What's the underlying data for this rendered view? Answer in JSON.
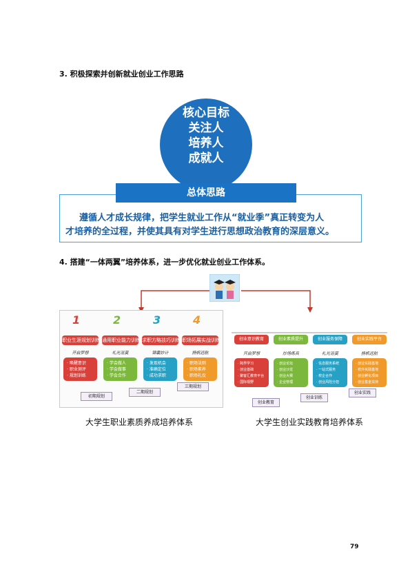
{
  "section3": {
    "title": "3.  积极探索并创新就业创业工作思路"
  },
  "core": {
    "lines": [
      "核心目标",
      "关注人",
      "培养人",
      "成就人"
    ]
  },
  "overall": {
    "label": "总体思路",
    "text_line1": "遵循人才成长规律，把学生就业工作从“就业季”真正转变为人",
    "text_line2": "才培养的全过程，并使其具有对学生进行思想政治教育的深层意义。"
  },
  "section4": {
    "title": "4.  搭建“一体两翼”培养体系，进一步优化就业创业工作体系。"
  },
  "left_system": {
    "caption": "大学生职业素质养成培养体系",
    "columns": [
      {
        "num": "1",
        "title": "职业生涯规划训练",
        "sub": "开启梦想",
        "items": [
          "· 唤醒意识",
          "· 职业测评",
          "· 规划训练"
        ]
      },
      {
        "num": "2",
        "title": "通用职业能力训练",
        "sub": "礼光浴莫",
        "items": [
          "· 学会做人",
          "· 学会做事",
          "· 学会合作"
        ]
      },
      {
        "num": "3",
        "title": "求职方略技巧训练",
        "sub": "锦囊妙计",
        "items": [
          "· 发现机会",
          "· 准确定位",
          "· 成功求职"
        ]
      },
      {
        "num": "4",
        "title": "职场拓展实战训练",
        "sub": "扬帆远航",
        "items": [
          "· 职场法则",
          "· 职场素养",
          "· 职场礼仪"
        ]
      }
    ],
    "stages": [
      "初期规划",
      "二期规划",
      "三期规划"
    ]
  },
  "right_system": {
    "caption": "大学生创业实践教育培养体系",
    "columns": [
      {
        "title": "创业意识教育",
        "sub": "开启梦想",
        "items": [
          "· 跨界学习",
          "· 创业基础",
          "· 聚客汇教育平台",
          "· 国际视野"
        ]
      },
      {
        "title": "创业素质提升",
        "sub": "炒场练兵",
        "items": [
          "· 创业论坛",
          "· 创业沙龙",
          "· 创业大赛",
          "· 企业管理"
        ]
      },
      {
        "title": "创业服务保障",
        "sub": "礼光浴莫",
        "items": [
          "· 信息服务系统",
          "· 一站式服务",
          "· 校企合作",
          "· 创业风险分担"
        ]
      },
      {
        "title": "创业实践平台",
        "sub": "扬帆远航",
        "items": [
          "· 创业实践基地",
          "· 校外实践基地",
          "· 创业孵化项目",
          "· 创业基金扶持"
        ]
      }
    ],
    "stages": [
      "创业教育",
      "创业训练",
      "创业实践"
    ]
  },
  "page_number": "79",
  "colors": {
    "blue": "#1f6fbf",
    "red": "#d9403a",
    "green": "#7cb83c",
    "teal": "#26a0c4",
    "orange": "#f19a2c"
  }
}
